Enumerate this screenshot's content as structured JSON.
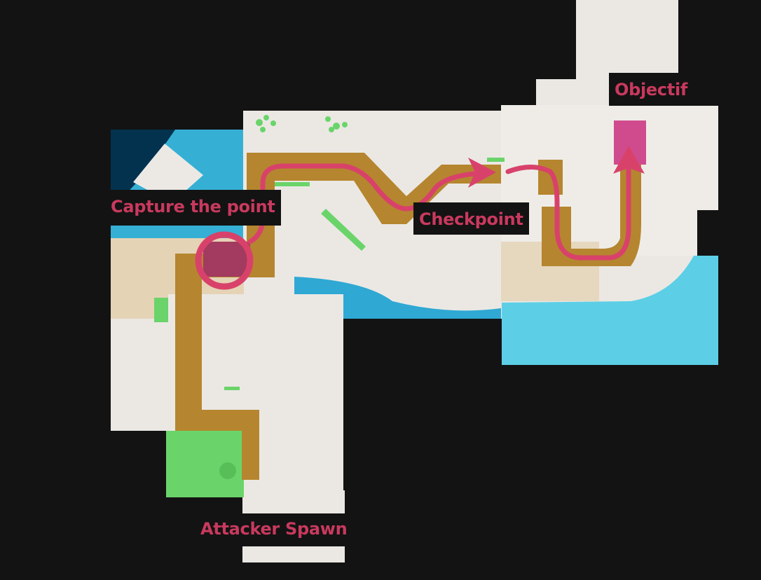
{
  "map": {
    "labels": {
      "capture": "Capture the point",
      "checkpoint": "Checkpoint",
      "objective": "Objectif",
      "spawn": "Attacker Spawn"
    },
    "colors": {
      "background": "#131313",
      "label_text": "#c9395e",
      "route": "#d8426a",
      "path": "#b5862f",
      "water": "#3bb4d6",
      "spawn_zone": "#6ad46a",
      "capture_zone": "#a33a60",
      "objective_zone": "#d04b8e"
    }
  }
}
